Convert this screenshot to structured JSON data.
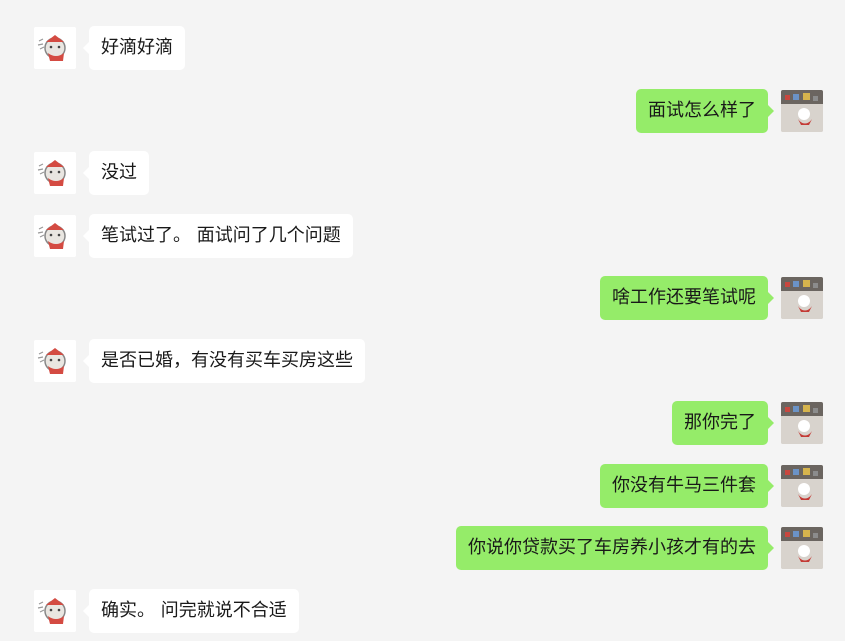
{
  "conversation": {
    "messages": [
      {
        "side": "left",
        "text": "好滴好滴"
      },
      {
        "side": "right",
        "text": "面试怎么样了"
      },
      {
        "side": "left",
        "text": "没过"
      },
      {
        "side": "left",
        "text": "笔试过了。 面试问了几个问题"
      },
      {
        "side": "right",
        "text": "啥工作还要笔试呢"
      },
      {
        "side": "left",
        "text": "是否已婚，有没有买车买房这些"
      },
      {
        "side": "right",
        "text": "那你完了"
      },
      {
        "side": "right",
        "text": "你没有牛马三件套"
      },
      {
        "side": "right",
        "text": "你说你贷款买了车房养小孩才有的去"
      },
      {
        "side": "left",
        "text": "确实。 问完就说不合适"
      }
    ]
  },
  "colors": {
    "background": "#f4f4f4",
    "incoming_bubble": "#ffffff",
    "outgoing_bubble": "#95ec69",
    "text": "#191919"
  },
  "icons": {
    "left_avatar": "cartoon-avatar-icon",
    "right_avatar": "photo-avatar-icon"
  }
}
